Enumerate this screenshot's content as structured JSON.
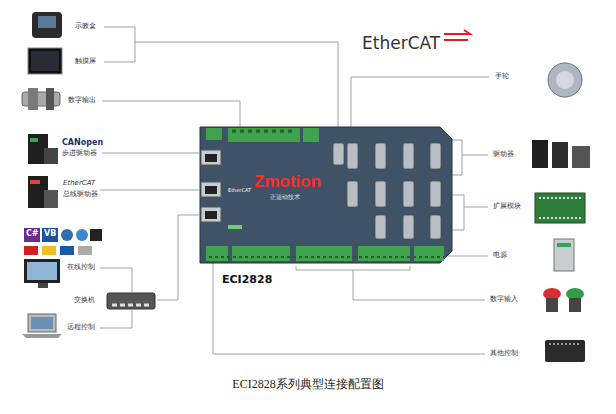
{
  "diagram": {
    "caption": "ECI2828系列典型连接配置图",
    "nodes": [
      {
        "text": [
          "Zmotion",
          "正运动技术",
          "EtherCAT",
          "ECI2828"
        ]
      }
    ],
    "labels": [
      "示教盒",
      "触摸屏",
      "数字输出",
      "CANopen",
      "步进驱动器",
      "EtherCAT",
      "总线驱动器",
      "C#",
      "VB",
      "在线控制",
      "交换机",
      "远程控制",
      "EtherCAT",
      "手轮",
      "驱动器",
      "扩展模块",
      "电源",
      "数字输入",
      "其他控制"
    ]
  }
}
